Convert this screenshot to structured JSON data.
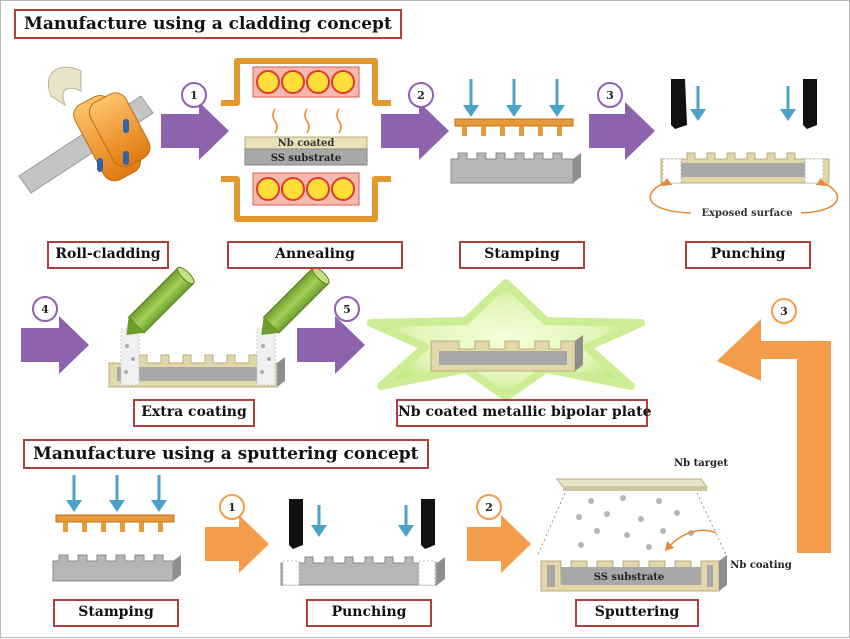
{
  "cladding": {
    "title": "Manufacture using a cladding concept",
    "labels": {
      "roll_cladding": "Roll-cladding",
      "annealing": "Annealing",
      "stamping": "Stamping",
      "punching": "Punching",
      "extra_coating": "Extra coating"
    },
    "annealing_layers": {
      "coating": "Nb coated",
      "substrate": "SS substrate"
    },
    "exposed_surface": "Exposed surface",
    "steps": [
      "1",
      "2",
      "3",
      "4",
      "5"
    ]
  },
  "result": {
    "label": "Nb coated metallic bipolar plate"
  },
  "sputtering": {
    "title": "Manufacture using a sputtering concept",
    "labels": {
      "stamping": "Stamping",
      "punching": "Punching",
      "sputtering": "Sputtering"
    },
    "target_label": "Nb target",
    "coating_label": "Nb coating",
    "substrate_label": "SS substrate",
    "steps": [
      "1",
      "2",
      "3"
    ]
  },
  "colors": {
    "cladding_arrow": "#8e63ad",
    "sputter_arrow": "#f39c4a",
    "label_border": "#b04040",
    "substrate": "#a8a8a8",
    "coating": "#e2d7a8",
    "stamp": "#e59a3b",
    "press_arrow": "#4ba3c7",
    "coating_beam": "#7cab35"
  }
}
